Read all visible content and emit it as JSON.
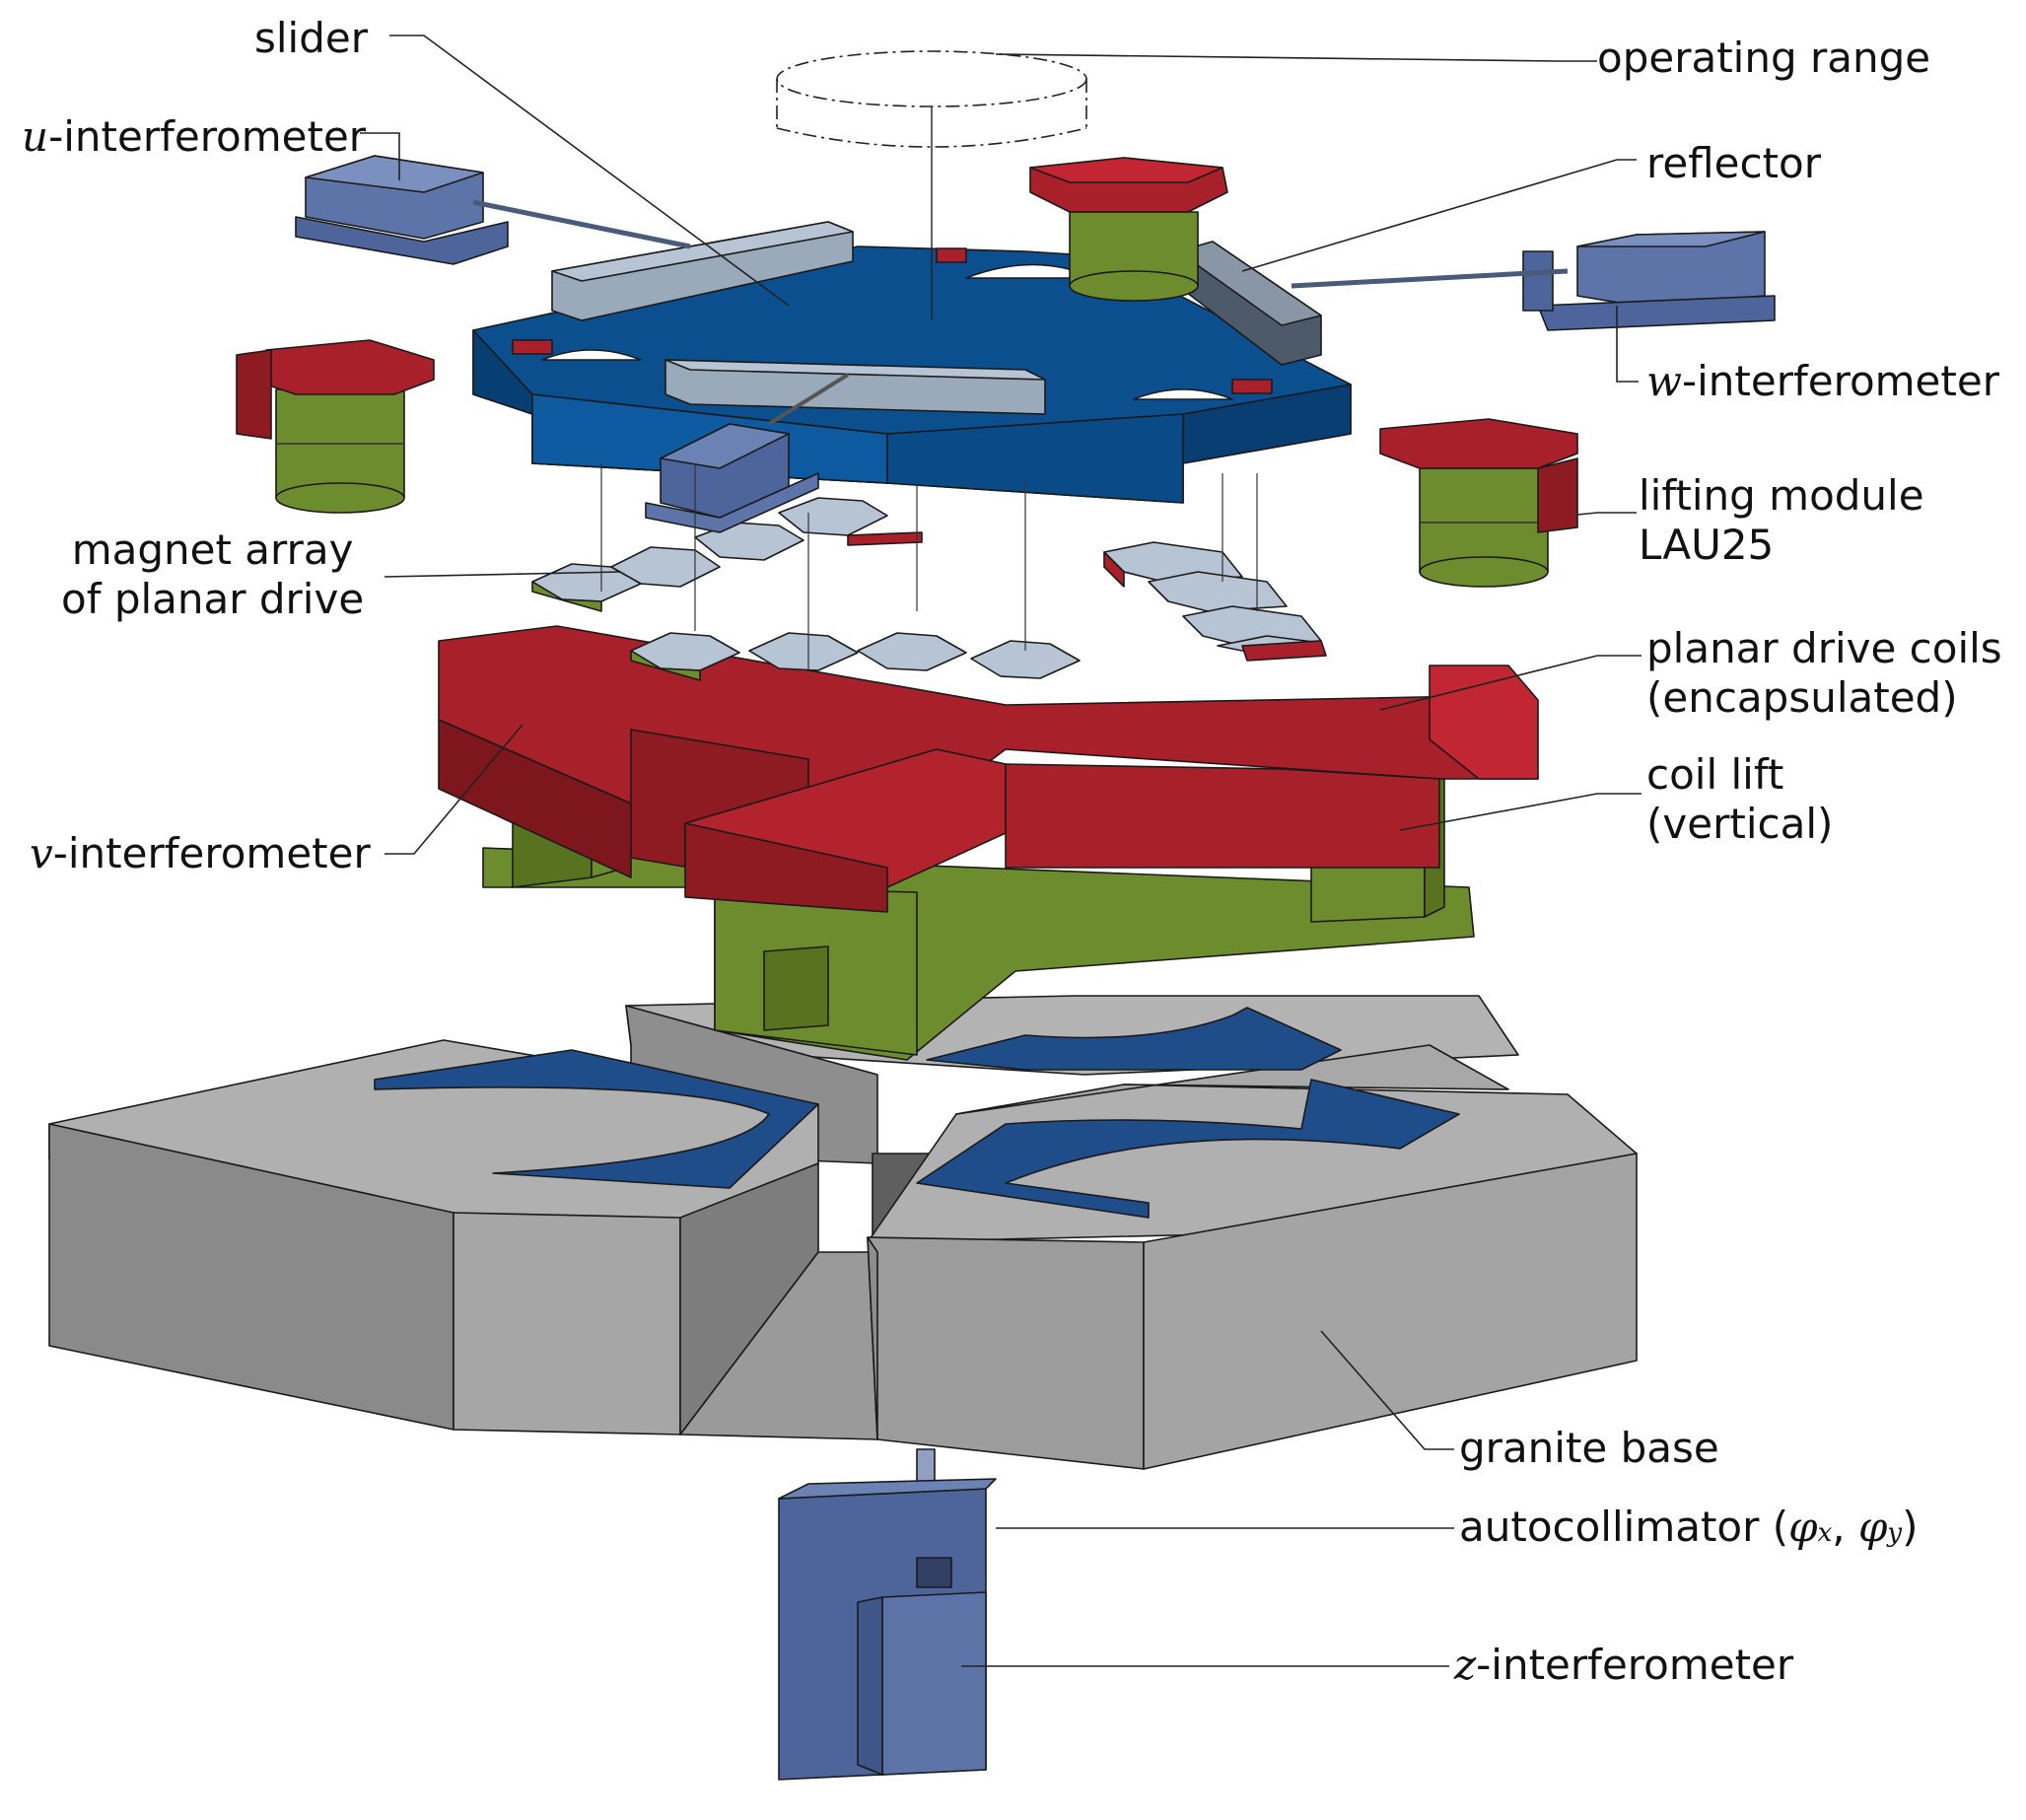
{
  "labels": {
    "slider": "slider",
    "operating_range": "operating range",
    "u_interferometer_var": "u",
    "u_interferometer_suffix": "-interferometer",
    "reflector": "reflector",
    "w_interferometer_var": "w",
    "w_interferometer_suffix": "-interferometer",
    "lifting_module_line1": "lifting module",
    "lifting_module_line2": "LAU25",
    "magnet_array_line1": "magnet array",
    "magnet_array_line2": "of planar drive",
    "planar_drive_coils_line1": "planar drive coils",
    "planar_drive_coils_line2": "(encapsulated)",
    "coil_lift_line1": "coil lift",
    "coil_lift_line2": "(vertical)",
    "v_interferometer_var": "v",
    "v_interferometer_suffix": "-interferometer",
    "granite_base": "granite base",
    "autocollimator_prefix": "autocollimator (",
    "autocollimator_phi": "φ",
    "autocollimator_sub_x": "x",
    "autocollimator_sep": ", ",
    "autocollimator_sub_y": "y",
    "autocollimator_suffix": ")",
    "z_interferometer_var": "z",
    "z_interferometer_suffix": "-interferometer"
  },
  "colors": {
    "slider_blue": "#0b4f8e",
    "interferometer_blue": "#5c74a8",
    "magnet_red": "#a81e2a",
    "coil_red": "#9e1c24",
    "support_green": "#6d8c2e",
    "granite_gray": "#9e9e9e",
    "reflector_gray": "#9aaabb"
  },
  "icons": {
    "slider": "slider-shape",
    "granite": "granite-base-shape"
  }
}
